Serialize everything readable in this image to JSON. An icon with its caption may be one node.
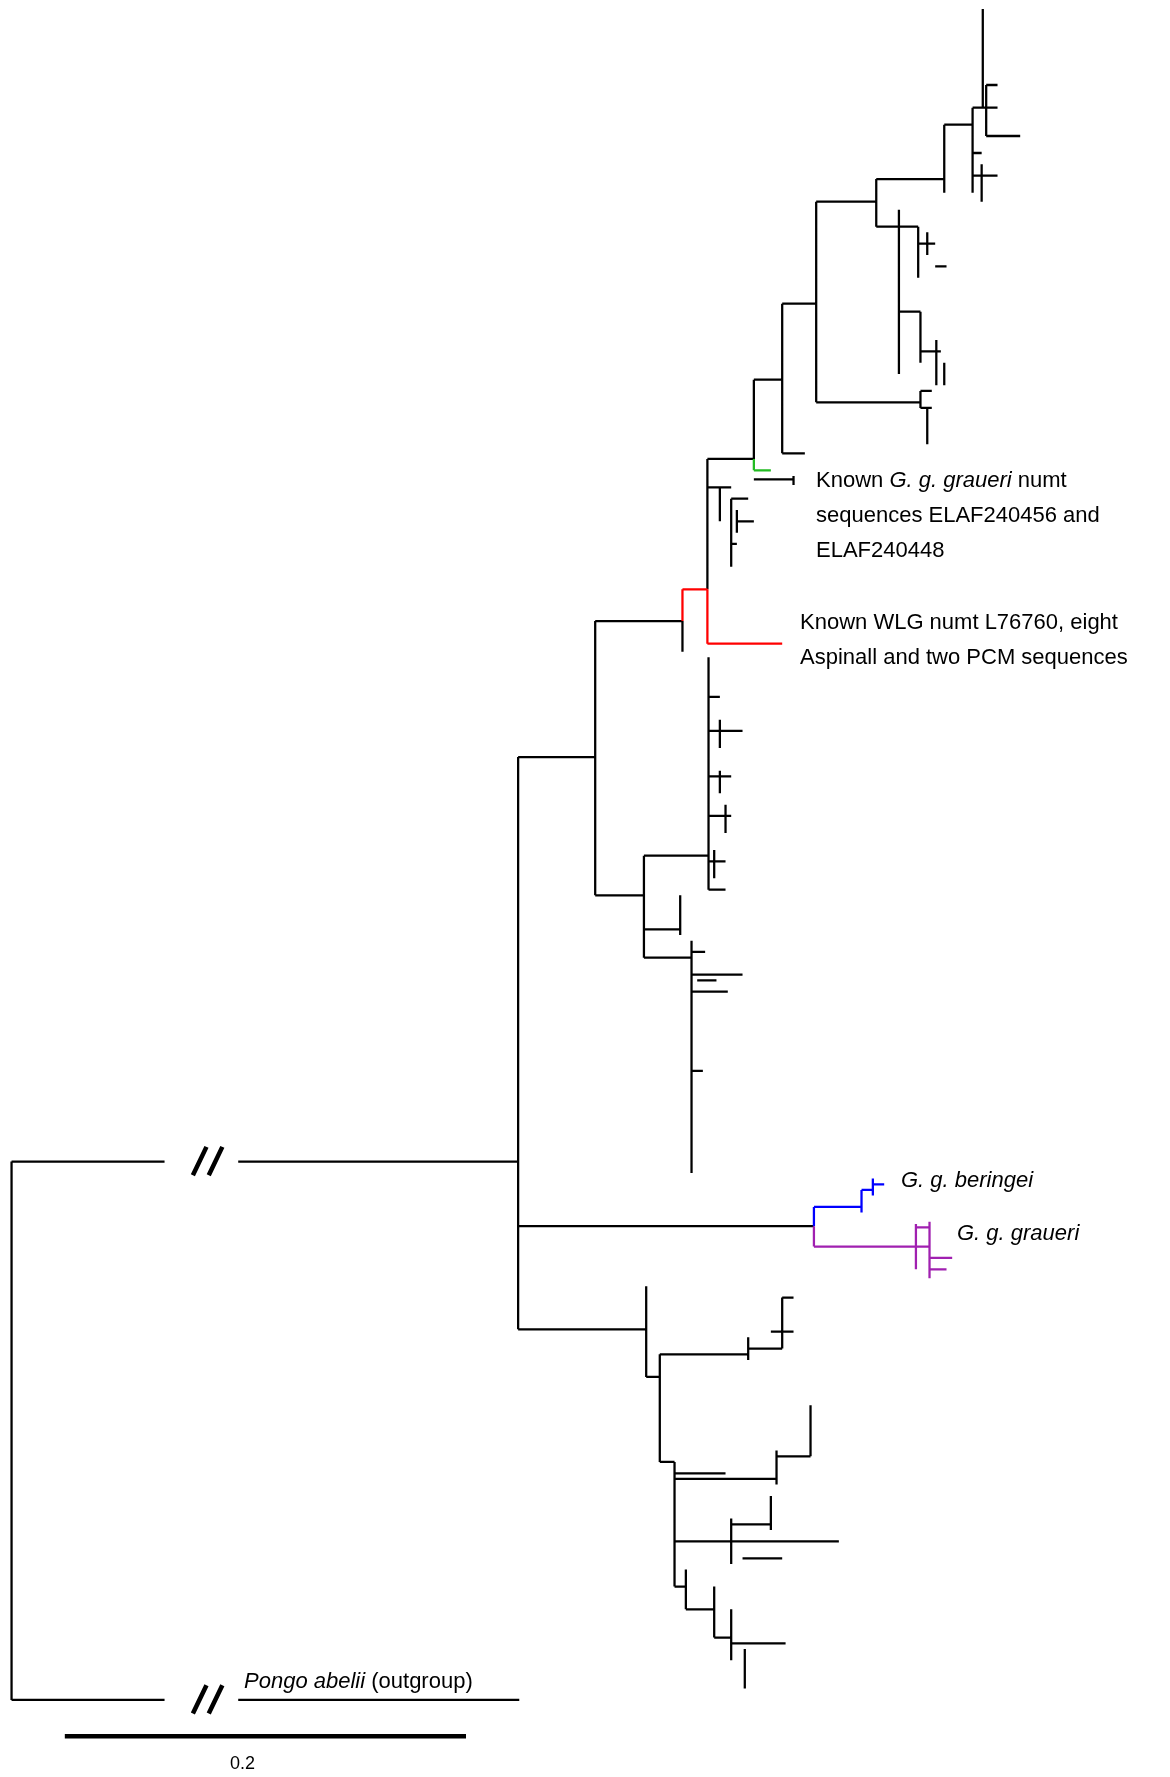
{
  "diagram": {
    "labels": [
      "Known *G. g. graueri* numt sequences ELAF240456 and ELAF240448",
      "Known WLG numt L76760, eight Aspinall and two PCM sequences",
      "G. g. beringei",
      "G. g. graueri",
      "*Pongo abelii* (outgroup)",
      "0.2"
    ]
  }
}
